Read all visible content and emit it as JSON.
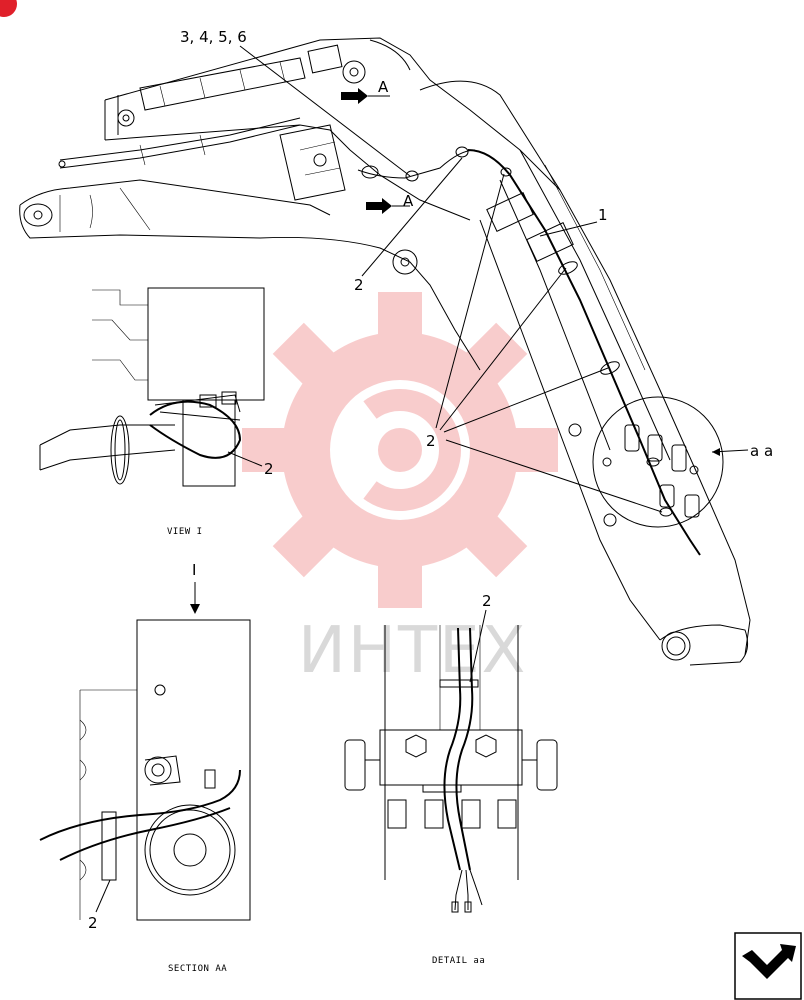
{
  "callouts": {
    "parts_3_4_5_6": "3, 4, 5, 6",
    "part_1": "1",
    "part_2": "2",
    "section_arrow_a": "A",
    "detail_marker": "a a",
    "view_marker": "I"
  },
  "captions": {
    "view": "VIEW I",
    "section": "SECTION AA",
    "detail": "DETAIL aa"
  },
  "watermark": {
    "text": "ИНТЕХ",
    "gear_color": "#f4a3a3",
    "text_color": "#d9d9d9"
  },
  "corner_badge_color": "#e0202a",
  "nav_icon": "next-page-arrow-icon"
}
